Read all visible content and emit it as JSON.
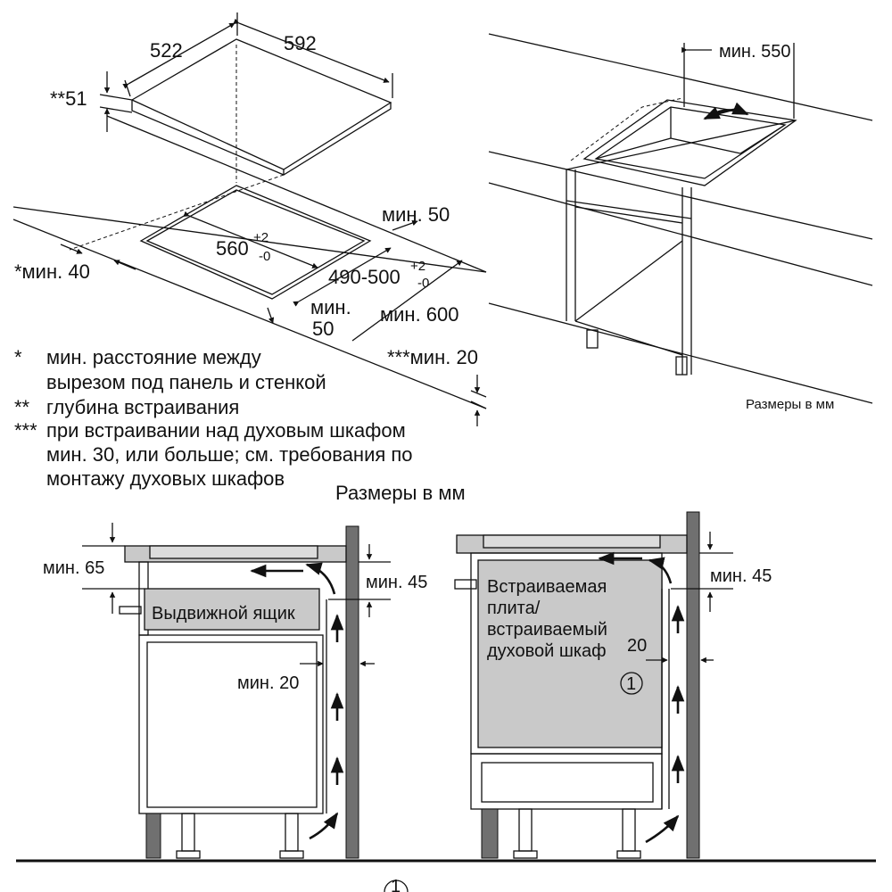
{
  "top_left": {
    "dim_width": "592",
    "dim_depth": "522",
    "dim_height": "**51",
    "cut_width": "560",
    "cut_width_sup": "+2",
    "cut_width_sub": "-0",
    "cut_depth": "490-500",
    "cut_depth_sup": "+2",
    "cut_depth_sub": "-0",
    "min_50_right": "мин. 50",
    "min_40_left": "*мин. 40",
    "min_50_front_a": "мин.",
    "min_50_front_b": "50",
    "min_600": "мин. 600",
    "min_20_bottom": "***мин. 20"
  },
  "notes": [
    {
      "marker": "*",
      "text": "мин. расстояние между"
    },
    {
      "marker": "",
      "text": "вырезом под панель и стенкой"
    },
    {
      "marker": "**",
      "text": "глубина встраивания"
    },
    {
      "marker": "***",
      "text": "при встраивании над духовым шкафом"
    },
    {
      "marker": "",
      "text": "мин. 30, или больше; см. требования по"
    },
    {
      "marker": "",
      "text": "монтажу духовых шкафов"
    }
  ],
  "units_label_main": "Размеры в мм",
  "top_right": {
    "min_550": "мин. 550",
    "units_label": "Размеры в мм"
  },
  "bottom_left": {
    "min_65": "мин. 65",
    "min_45": "мин. 45",
    "drawer_label": "Выдвижной ящик",
    "min_20": "мин. 20"
  },
  "bottom_right": {
    "min_45": "мин. 45",
    "oven_label_1": "Встраиваемая",
    "oven_label_2": "плита/",
    "oven_label_3": "встраиваемый",
    "oven_label_4": "духовой шкаф",
    "dim_20": "20",
    "circle_marker": "1"
  },
  "footer_circle_marker": "1"
}
